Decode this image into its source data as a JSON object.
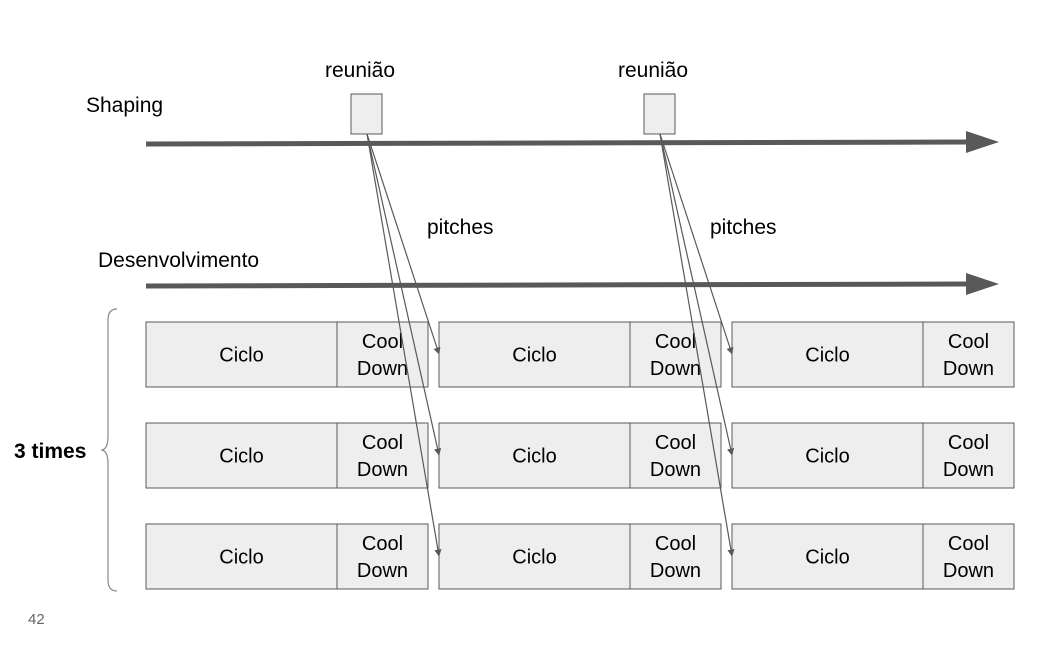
{
  "slide": {
    "page_number": "42"
  },
  "lanes": {
    "shaping_label": "Shaping",
    "development_label": "Desenvolvimento"
  },
  "meetings": [
    {
      "label": "reunião",
      "pitch_label": "pitches"
    },
    {
      "label": "reunião",
      "pitch_label": "pitches"
    }
  ],
  "rows": {
    "group_label": "3 times",
    "cycle_label": "Ciclo",
    "cooldown_line1": "Cool",
    "cooldown_line2": "Down",
    "count": 3,
    "cycles_per_row": 3
  },
  "colors": {
    "timeline": "#595959",
    "box_fill": "#eeeeee",
    "box_stroke": "#595959",
    "pitch_arrow": "#595959"
  }
}
